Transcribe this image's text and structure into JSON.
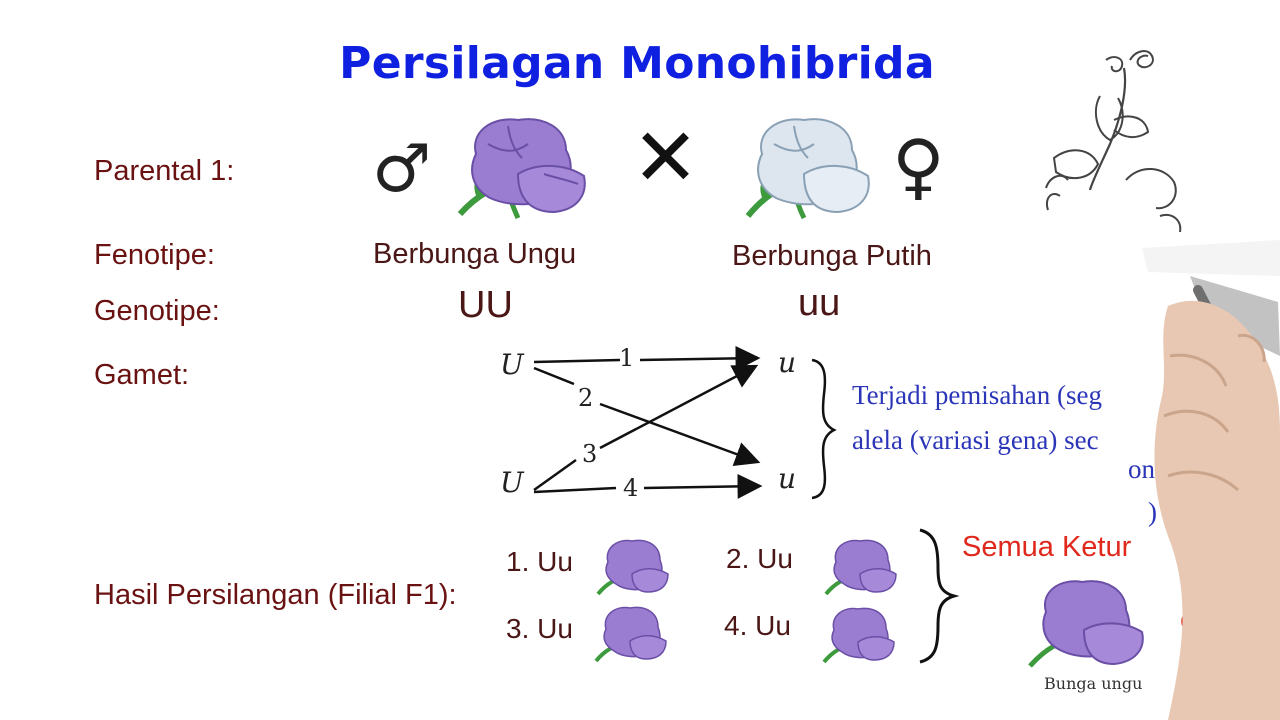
{
  "title": "Persilagan Monohibrida",
  "labels": {
    "parental": "Parental 1:",
    "fenotipe": "Fenotipe:",
    "genotipe": "Genotipe:",
    "gamet": "Gamet:",
    "hasil": "Hasil Persilangan (Filial F1):"
  },
  "parents": {
    "male_symbol": "♂",
    "cross_symbol": "✕",
    "female_symbol": "♀",
    "male_phenotype": "Berbunga Ungu",
    "female_phenotype": "Berbunga Putih",
    "male_genotype": "UU",
    "female_genotype": "uu"
  },
  "gamete_diagram": {
    "left_top": "U",
    "left_bottom": "U",
    "right_top": "u",
    "right_bottom": "u",
    "n1": "1",
    "n2": "2",
    "n3": "3",
    "n4": "4"
  },
  "note": {
    "line1": "Terjadi pemisahan (seg",
    "line2": "alela (variasi gena) sec",
    "frag1": "on (",
    "frag2": ") s"
  },
  "offspring": [
    {
      "label": "1. Uu"
    },
    {
      "label": "2. Uu"
    },
    {
      "label": "3. Uu"
    },
    {
      "label": "4. Uu"
    }
  ],
  "result": {
    "text": "Semua Ketur",
    "frag": "etu",
    "caption": "Bunga ungu"
  },
  "colors": {
    "title": "#1020e0",
    "label": "#6a1212",
    "note": "#2b35b8",
    "result": "#e0281c",
    "purple_flower": "#9a7dd0",
    "white_flower": "#dde6ef",
    "stem": "#3d9a3d"
  }
}
